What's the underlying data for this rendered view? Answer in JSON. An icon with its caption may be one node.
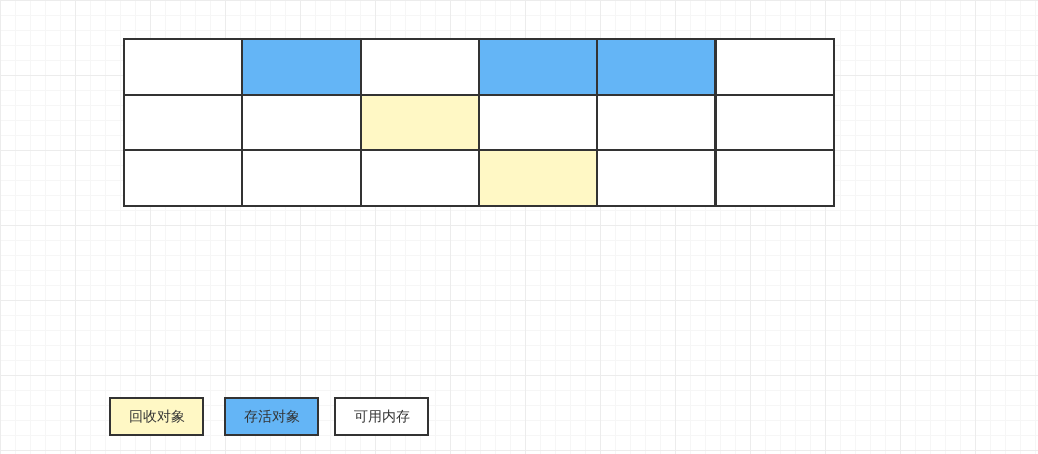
{
  "diagram": {
    "nodes": [
      {
        "text": [],
        "shape": "box"
      },
      {
        "text": [],
        "shape": "box"
      },
      {
        "text": [],
        "shape": "box"
      },
      {
        "text": [],
        "shape": "box"
      },
      {
        "text": [],
        "shape": "box"
      },
      {
        "text": [],
        "shape": "box"
      },
      {
        "text": [],
        "shape": "box"
      },
      {
        "text": [],
        "shape": "box"
      },
      {
        "text": [],
        "shape": "box"
      },
      {
        "text": [],
        "shape": "box"
      },
      {
        "text": [],
        "shape": "box"
      },
      {
        "text": [],
        "shape": "box"
      },
      {
        "text": [],
        "shape": "box"
      },
      {
        "text": [],
        "shape": "box"
      },
      {
        "text": [],
        "shape": "box"
      },
      {
        "text": [],
        "shape": "box"
      },
      {
        "text": [],
        "shape": "box"
      },
      {
        "text": [],
        "shape": "box"
      }
    ],
    "legend": [
      {
        "text": "回收对象",
        "color": "#fff8c5"
      },
      {
        "text": "存活对象",
        "color": "#64b5f6"
      },
      {
        "text": "可用内存",
        "color": "#ffffff"
      }
    ]
  }
}
